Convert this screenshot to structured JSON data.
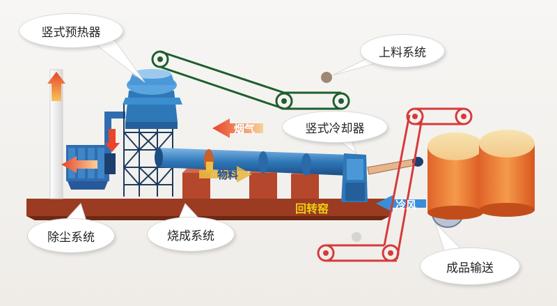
{
  "labels": {
    "preheater": "竖式预热器",
    "feeding": "上料系统",
    "cooler": "竖式冷却器",
    "dust": "除尘系统",
    "firing": "烧成系统",
    "product": "成品输送",
    "flue_gas": "烟气",
    "material": "物料",
    "kiln": "回转窑",
    "cold_air": "冷风"
  },
  "colors": {
    "steel_blue": "#2f78b8",
    "tower_blue": "#3b8fd0",
    "platform_red": "#9a3b22",
    "pier_red": "#b5472c",
    "silo_orange": "#f08a3a",
    "belt_dark": "#1f5e2e",
    "belt_red": "#d63a3a",
    "arrow_red": "#e8452a",
    "arrow_blue": "#3a8ed8",
    "yellow_label": "#f0d010"
  }
}
